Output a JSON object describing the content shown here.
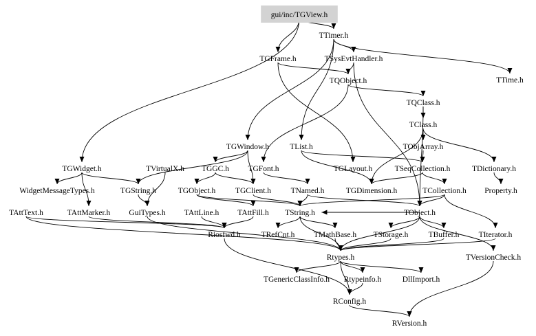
{
  "diagram": {
    "type": "include-dependency-graph",
    "root": "gui/inc/TGView.h",
    "colors": {
      "root_fill": "#d3d3d3",
      "edge": "#000000",
      "background": "#ffffff"
    },
    "nodes": [
      {
        "id": "TGView",
        "label": "gui/inc/TGView.h"
      },
      {
        "id": "TTimer",
        "label": "TTimer.h"
      },
      {
        "id": "TGFrame",
        "label": "TGFrame.h"
      },
      {
        "id": "TSysEvtHandler",
        "label": "TSysEvtHandler.h"
      },
      {
        "id": "TTime",
        "label": "TTime.h"
      },
      {
        "id": "TQObject",
        "label": "TQObject.h"
      },
      {
        "id": "TQClass",
        "label": "TQClass.h"
      },
      {
        "id": "TClass",
        "label": "TClass.h"
      },
      {
        "id": "TGWindow",
        "label": "TGWindow.h"
      },
      {
        "id": "TList",
        "label": "TList.h"
      },
      {
        "id": "TObjArray",
        "label": "TObjArray.h"
      },
      {
        "id": "TGWidget",
        "label": "TGWidget.h"
      },
      {
        "id": "TVirtualX",
        "label": "TVirtualX.h"
      },
      {
        "id": "TGGC",
        "label": "TGGC.h"
      },
      {
        "id": "TGFont",
        "label": "TGFont.h"
      },
      {
        "id": "TGLayout",
        "label": "TGLayout.h"
      },
      {
        "id": "TSeqCollection",
        "label": "TSeqCollection.h"
      },
      {
        "id": "TDictionary",
        "label": "TDictionary.h"
      },
      {
        "id": "WidgetMessageTypes",
        "label": "WidgetMessageTypes.h"
      },
      {
        "id": "TGString",
        "label": "TGString.h"
      },
      {
        "id": "TGObject",
        "label": "TGObject.h"
      },
      {
        "id": "TGClient",
        "label": "TGClient.h"
      },
      {
        "id": "TNamed",
        "label": "TNamed.h"
      },
      {
        "id": "TGDimension",
        "label": "TGDimension.h"
      },
      {
        "id": "TCollection",
        "label": "TCollection.h"
      },
      {
        "id": "Property",
        "label": "Property.h"
      },
      {
        "id": "TAttText",
        "label": "TAttText.h"
      },
      {
        "id": "TAttMarker",
        "label": "TAttMarker.h"
      },
      {
        "id": "GuiTypes",
        "label": "GuiTypes.h"
      },
      {
        "id": "TAttLine",
        "label": "TAttLine.h"
      },
      {
        "id": "TAttFill",
        "label": "TAttFill.h"
      },
      {
        "id": "TString",
        "label": "TString.h"
      },
      {
        "id": "TObject",
        "label": "TObject.h"
      },
      {
        "id": "Riosfwd",
        "label": "Riosfwd.h"
      },
      {
        "id": "TRefCnt",
        "label": "TRefCnt.h"
      },
      {
        "id": "TMathBase",
        "label": "TMathBase.h"
      },
      {
        "id": "TStorage",
        "label": "TStorage.h"
      },
      {
        "id": "TBuffer",
        "label": "TBuffer.h"
      },
      {
        "id": "TIterator",
        "label": "TIterator.h"
      },
      {
        "id": "Rtypes",
        "label": "Rtypes.h"
      },
      {
        "id": "TVersionCheck",
        "label": "TVersionCheck.h"
      },
      {
        "id": "TGenericClassInfo",
        "label": "TGenericClassInfo.h"
      },
      {
        "id": "Rtypeinfo",
        "label": "Rtypeinfo.h"
      },
      {
        "id": "DllImport",
        "label": "DllImport.h"
      },
      {
        "id": "RConfig",
        "label": "RConfig.h"
      },
      {
        "id": "RVersion",
        "label": "RVersion.h"
      }
    ],
    "edges": [
      [
        "TGView",
        "TTimer"
      ],
      [
        "TGView",
        "TGFrame"
      ],
      [
        "TGView",
        "TGWidget"
      ],
      [
        "TTimer",
        "TSysEvtHandler"
      ],
      [
        "TTimer",
        "TTime"
      ],
      [
        "TTimer",
        "TGWindow"
      ],
      [
        "TTimer",
        "TList"
      ],
      [
        "TGFrame",
        "TQObject"
      ],
      [
        "TGFrame",
        "TGLayout"
      ],
      [
        "TSysEvtHandler",
        "TQObject"
      ],
      [
        "TSysEvtHandler",
        "TObject"
      ],
      [
        "TQObject",
        "TQClass"
      ],
      [
        "TQObject",
        "TGFont"
      ],
      [
        "TQClass",
        "TClass"
      ],
      [
        "TQClass",
        "TObject"
      ],
      [
        "TClass",
        "TObjArray"
      ],
      [
        "TClass",
        "TDictionary"
      ],
      [
        "TClass",
        "TGDimension"
      ],
      [
        "TObjArray",
        "TSeqCollection"
      ],
      [
        "TList",
        "TSeqCollection"
      ],
      [
        "TList",
        "TGDimension"
      ],
      [
        "TGWindow",
        "TGGC"
      ],
      [
        "TGWindow",
        "TGClient"
      ],
      [
        "TGWindow",
        "TGString"
      ],
      [
        "TGWidget",
        "WidgetMessageTypes"
      ],
      [
        "TGWidget",
        "TGString"
      ],
      [
        "TGWidget",
        "TAttMarker"
      ],
      [
        "TVirtualX",
        "GuiTypes"
      ],
      [
        "TGGC",
        "TGObject"
      ],
      [
        "TGGC",
        "TGClient"
      ],
      [
        "TGFont",
        "TNamed"
      ],
      [
        "TSeqCollection",
        "TCollection"
      ],
      [
        "TSeqCollection",
        "TGDimension"
      ],
      [
        "TDictionary",
        "Property"
      ],
      [
        "TGString",
        "GuiTypes"
      ],
      [
        "TGObject",
        "TString"
      ],
      [
        "TGObject",
        "TAttFill"
      ],
      [
        "TGClient",
        "TString"
      ],
      [
        "TNamed",
        "TString"
      ],
      [
        "TNamed",
        "TObject"
      ],
      [
        "TCollection",
        "TObject"
      ],
      [
        "TCollection",
        "TIterator"
      ],
      [
        "TCollection",
        "TString"
      ],
      [
        "TAttText",
        "Riosfwd"
      ],
      [
        "TAttText",
        "Rtypes"
      ],
      [
        "TAttMarker",
        "Riosfwd"
      ],
      [
        "GuiTypes",
        "Rtypes"
      ],
      [
        "TAttLine",
        "Riosfwd"
      ],
      [
        "TAttFill",
        "Riosfwd"
      ],
      [
        "TString",
        "TRefCnt"
      ],
      [
        "TString",
        "TMathBase"
      ],
      [
        "TString",
        "Rtypes"
      ],
      [
        "TObject",
        "TStorage"
      ],
      [
        "TObject",
        "TBuffer"
      ],
      [
        "TObject",
        "TVersionCheck"
      ],
      [
        "TObject",
        "Rtypes"
      ],
      [
        "TObject",
        "TString"
      ],
      [
        "TStorage",
        "Rtypes"
      ],
      [
        "TMathBase",
        "Rtypes"
      ],
      [
        "TIterator",
        "Rtypes"
      ],
      [
        "TBuffer",
        "Rtypes"
      ],
      [
        "Riosfwd",
        "RConfig"
      ],
      [
        "Rtypes",
        "TGenericClassInfo"
      ],
      [
        "Rtypes",
        "Rtypeinfo"
      ],
      [
        "Rtypes",
        "DllImport"
      ],
      [
        "Rtypes",
        "RConfig"
      ],
      [
        "Rtypeinfo",
        "RConfig"
      ],
      [
        "RConfig",
        "RVersion"
      ],
      [
        "TVersionCheck",
        "RVersion"
      ]
    ]
  }
}
